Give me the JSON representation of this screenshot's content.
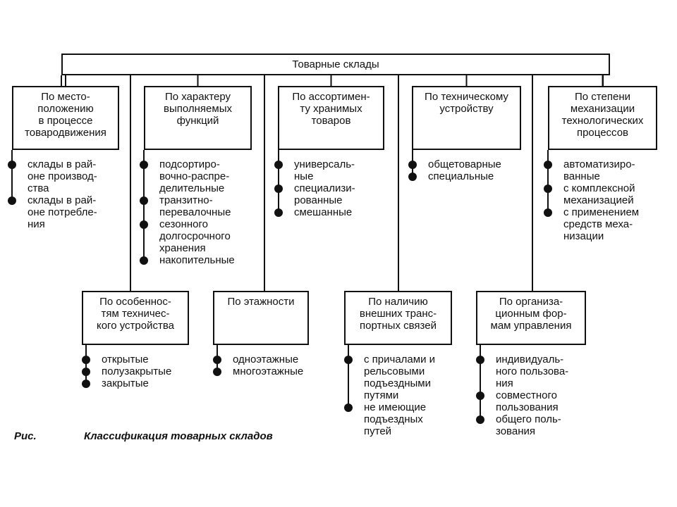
{
  "diagram": {
    "root": "Товарные склады",
    "top_categories": [
      {
        "lines": [
          "По место-",
          "положению",
          "в процессе",
          "товародвижения"
        ],
        "items": [
          [
            "склады в рай-",
            "оне производ-",
            "ства"
          ],
          [
            "склады в рай-",
            "оне потребле-",
            "ния"
          ]
        ]
      },
      {
        "lines": [
          "По характеру",
          "выполняемых",
          "функций"
        ],
        "items": [
          [
            "подсортиро-",
            "вочно-распре-",
            "делительные"
          ],
          [
            "транзитно-",
            "перевалочные"
          ],
          [
            "сезонного",
            "долгосрочного",
            "хранения"
          ],
          [
            "накопительные"
          ]
        ]
      },
      {
        "lines": [
          "По ассортимен-",
          "ту хранимых",
          "товаров"
        ],
        "items": [
          [
            "универсаль-",
            "ные"
          ],
          [
            "специализи-",
            "рованные"
          ],
          [
            "смешанные"
          ]
        ]
      },
      {
        "lines": [
          "По техническому",
          "устройству"
        ],
        "items": [
          [
            "общетоварные"
          ],
          [
            "специальные"
          ]
        ]
      },
      {
        "lines": [
          "По степени",
          "механизации",
          "технологических",
          "процессов"
        ],
        "items": [
          [
            "автоматизиро-",
            "ванные"
          ],
          [
            "с комплексной",
            "механизацией"
          ],
          [
            "с применением",
            "средств меха-",
            "низации"
          ]
        ]
      }
    ],
    "bottom_categories": [
      {
        "lines": [
          "По особеннос-",
          "тям техничес-",
          "кого устройства"
        ],
        "items": [
          [
            "открытые"
          ],
          [
            "полузакрытые"
          ],
          [
            "закрытые"
          ]
        ]
      },
      {
        "lines": [
          "По этажности"
        ],
        "items": [
          [
            "одноэтажные"
          ],
          [
            "многоэтажные"
          ]
        ]
      },
      {
        "lines": [
          "По наличию",
          "внешних транс-",
          "портных связей"
        ],
        "items": [
          [
            "с причалами и",
            "рельсовыми",
            "подъездными",
            "путями"
          ],
          [
            "не имеющие",
            "подъездных",
            "путей"
          ]
        ]
      },
      {
        "lines": [
          "По организа-",
          "ционным фор-",
          "мам управления"
        ],
        "items": [
          [
            "индивидуаль-",
            "ного пользова-",
            "ния"
          ],
          [
            "совместного",
            "пользования"
          ],
          [
            "общего поль-",
            "зования"
          ]
        ]
      }
    ]
  },
  "caption": {
    "label": "Рис.",
    "title": "Классификация товарных складов"
  }
}
